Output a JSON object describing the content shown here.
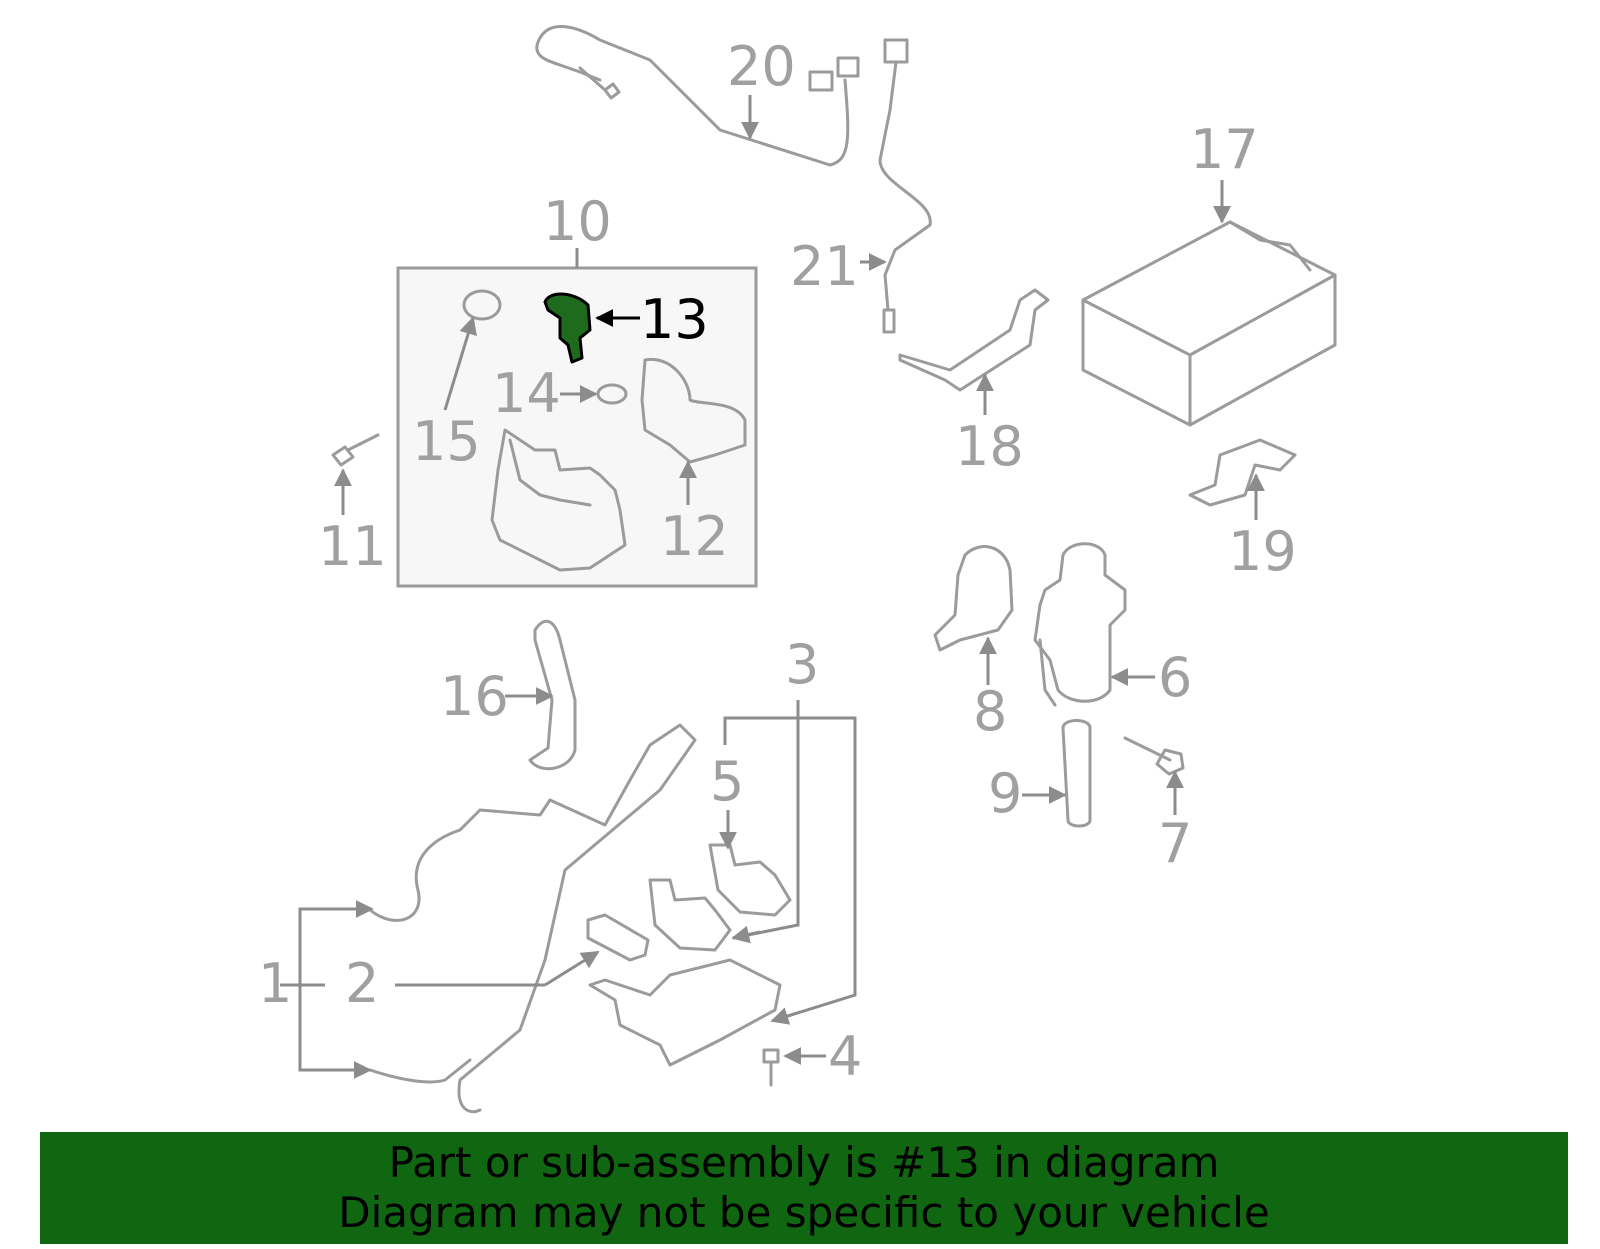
{
  "callouts": {
    "c1": "1",
    "c2": "2",
    "c3": "3",
    "c4": "4",
    "c5": "5",
    "c6": "6",
    "c7": "7",
    "c8": "8",
    "c9": "9",
    "c10": "10",
    "c11": "11",
    "c12": "12",
    "c13": "13",
    "c14": "14",
    "c15": "15",
    "c16": "16",
    "c17": "17",
    "c18": "18",
    "c19": "19",
    "c20": "20",
    "c21": "21"
  },
  "highlight": {
    "part": "13",
    "color": "#1e6b1e"
  },
  "banner": {
    "line1": "Part or sub-assembly is #13 in diagram",
    "line2": "Diagram may not be specific to your vehicle",
    "background": "#116611"
  }
}
